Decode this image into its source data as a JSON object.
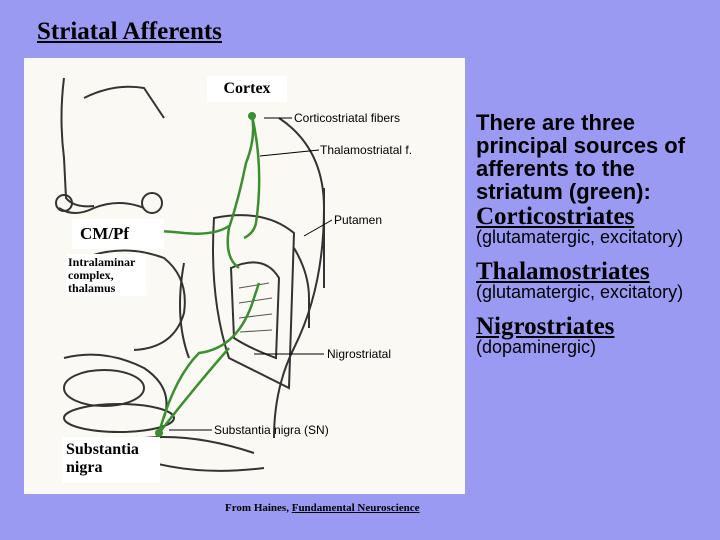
{
  "slide": {
    "title": "Striatal Afferents",
    "intro": "There are three principal sources of afferents to the striatum (green):",
    "items": [
      {
        "heading": "Corticostriates",
        "detail": "(glutamatergic, excitatory)"
      },
      {
        "heading": "Thalamostriates",
        "detail": "(glutamatergic, excitatory)"
      },
      {
        "heading": "Nigrostriates",
        "detail": "(dopaminergic)"
      }
    ],
    "credit_prefix": "From Haines, ",
    "credit_book": "Fundamental Neuroscience"
  },
  "diagram": {
    "overlay_labels": {
      "cortex": "Cortex",
      "cm_pf": "CM/Pf",
      "intralaminar": "Intralaminar complex, thalamus",
      "substantia_nigra": "Substantia nigra"
    },
    "callouts": {
      "corticostriatal": "Corticostriatal fibers",
      "thalamostriatal": "Thalamostriatal f.",
      "putamen": "Putamen",
      "nigrostriatal": "Nigrostriatal",
      "sn": "Substantia nigra (SN)"
    },
    "fiber_color": "#3a8f2e"
  }
}
